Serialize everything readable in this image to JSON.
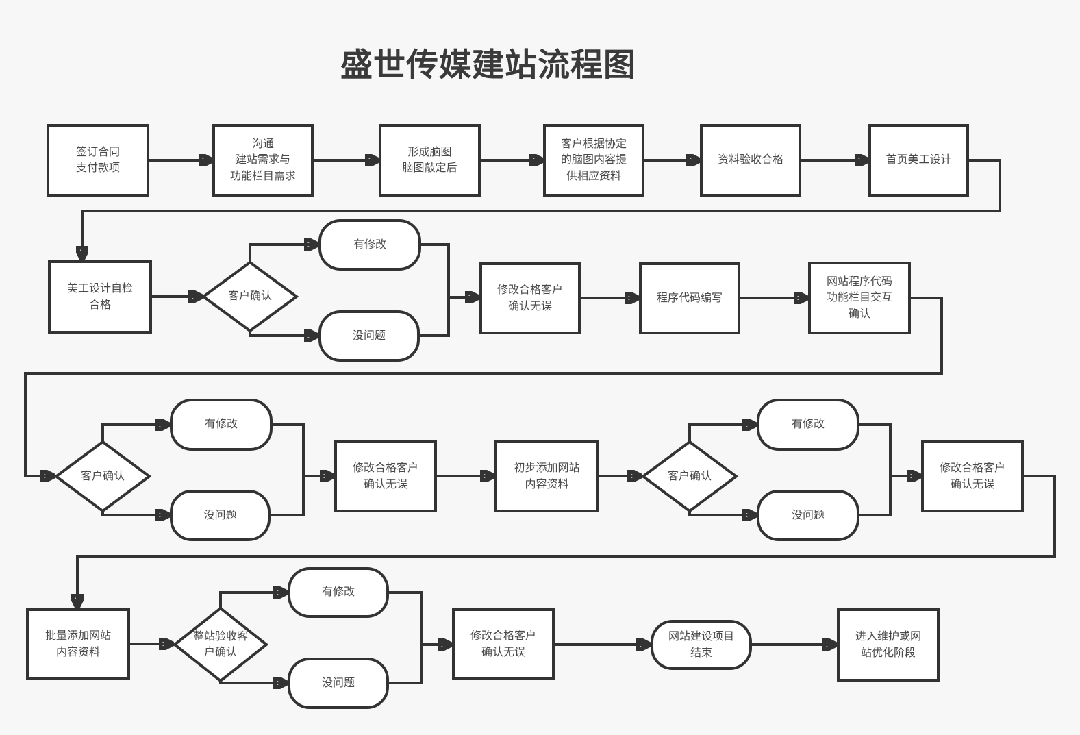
{
  "title": "盛世传媒建站流程图",
  "colors": {
    "background": "#f7f7f7",
    "node_fill": "#ffffff",
    "line": "#333333",
    "node_text": "#4a4a4a",
    "title_text": "#3a3a3a"
  },
  "flowchart": {
    "nodes": {
      "sign_contract": {
        "type": "process",
        "label": "签订合同\n支付款项"
      },
      "communicate_needs": {
        "type": "process",
        "label": "沟通\n建站需求与\n功能栏目需求"
      },
      "form_mindmap": {
        "type": "process",
        "label": "形成脑图\n脑图敲定后"
      },
      "client_provide_materials": {
        "type": "process",
        "label": "客户根据协定\n的脑图内容提\n供相应资料"
      },
      "materials_accepted": {
        "type": "process",
        "label": "资料验收合格"
      },
      "homepage_design": {
        "type": "process",
        "label": "首页美工设计"
      },
      "design_self_check": {
        "type": "process",
        "label": "美工设计自检\n合格"
      },
      "client_confirm_1": {
        "type": "decision",
        "label": "客户确认"
      },
      "has_changes_1": {
        "type": "terminal",
        "label": "有修改"
      },
      "no_problem_1": {
        "type": "terminal",
        "label": "没问题"
      },
      "revised_ok_1": {
        "type": "process",
        "label": "修改合格客户\n确认无误"
      },
      "code_writing": {
        "type": "process",
        "label": "程序代码编写"
      },
      "code_interaction_confirm": {
        "type": "process",
        "label": "网站程序代码\n功能栏目交互\n确认"
      },
      "client_confirm_2": {
        "type": "decision",
        "label": "客户确认"
      },
      "has_changes_2": {
        "type": "terminal",
        "label": "有修改"
      },
      "no_problem_2": {
        "type": "terminal",
        "label": "没问题"
      },
      "revised_ok_2": {
        "type": "process",
        "label": "修改合格客户\n确认无误"
      },
      "initial_content": {
        "type": "process",
        "label": "初步添加网站\n内容资料"
      },
      "client_confirm_3": {
        "type": "decision",
        "label": "客户确认"
      },
      "has_changes_3": {
        "type": "terminal",
        "label": "有修改"
      },
      "no_problem_3": {
        "type": "terminal",
        "label": "没问题"
      },
      "revised_ok_3": {
        "type": "process",
        "label": "修改合格客户\n确认无误"
      },
      "batch_content": {
        "type": "process",
        "label": "批量添加网站\n内容资料"
      },
      "full_site_acceptance": {
        "type": "decision",
        "label": "整站验收客\n户确认"
      },
      "has_changes_4": {
        "type": "terminal",
        "label": "有修改"
      },
      "no_problem_4": {
        "type": "terminal",
        "label": "没问题"
      },
      "revised_ok_4": {
        "type": "process",
        "label": "修改合格客户\n确认无误"
      },
      "project_end": {
        "type": "terminal",
        "label": "网站建设项目\n结束"
      },
      "maintenance_phase": {
        "type": "process",
        "label": "进入维护或网\n站优化阶段"
      }
    }
  }
}
